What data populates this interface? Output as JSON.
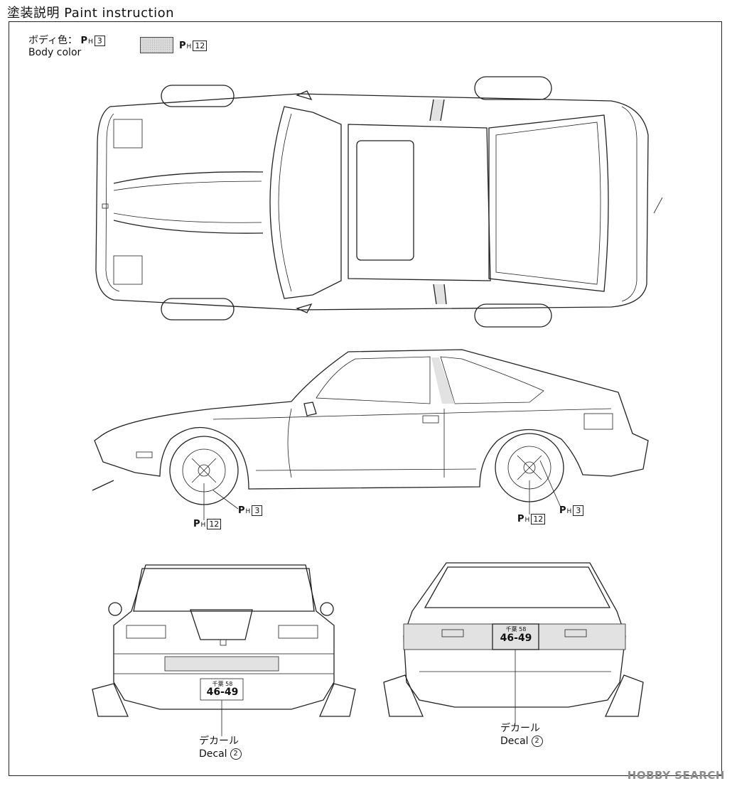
{
  "title": "塗装説明 Paint instruction",
  "legend": {
    "body_color_jp": "ボディ色：",
    "body_color_en": "Body color",
    "body_color_code": {
      "p": "P",
      "h": "H",
      "n": "3"
    },
    "swatch_code": {
      "p": "P",
      "h": "H",
      "n": "12"
    },
    "swatch_color": "#d9d9d9"
  },
  "side_view_callouts": [
    {
      "p": "P",
      "h": "H",
      "n": "3"
    },
    {
      "p": "P",
      "h": "H",
      "n": "12"
    },
    {
      "p": "P",
      "h": "H",
      "n": "12"
    },
    {
      "p": "P",
      "h": "H",
      "n": "3"
    }
  ],
  "plate": {
    "top": "千葉 58",
    "number": "46-49"
  },
  "decal_callouts": [
    {
      "jp": "デカール",
      "en": "Decal",
      "num": "2"
    },
    {
      "jp": "デカール",
      "en": "Decal",
      "num": "2"
    }
  ],
  "watermark": "HOBBY SEARCH"
}
